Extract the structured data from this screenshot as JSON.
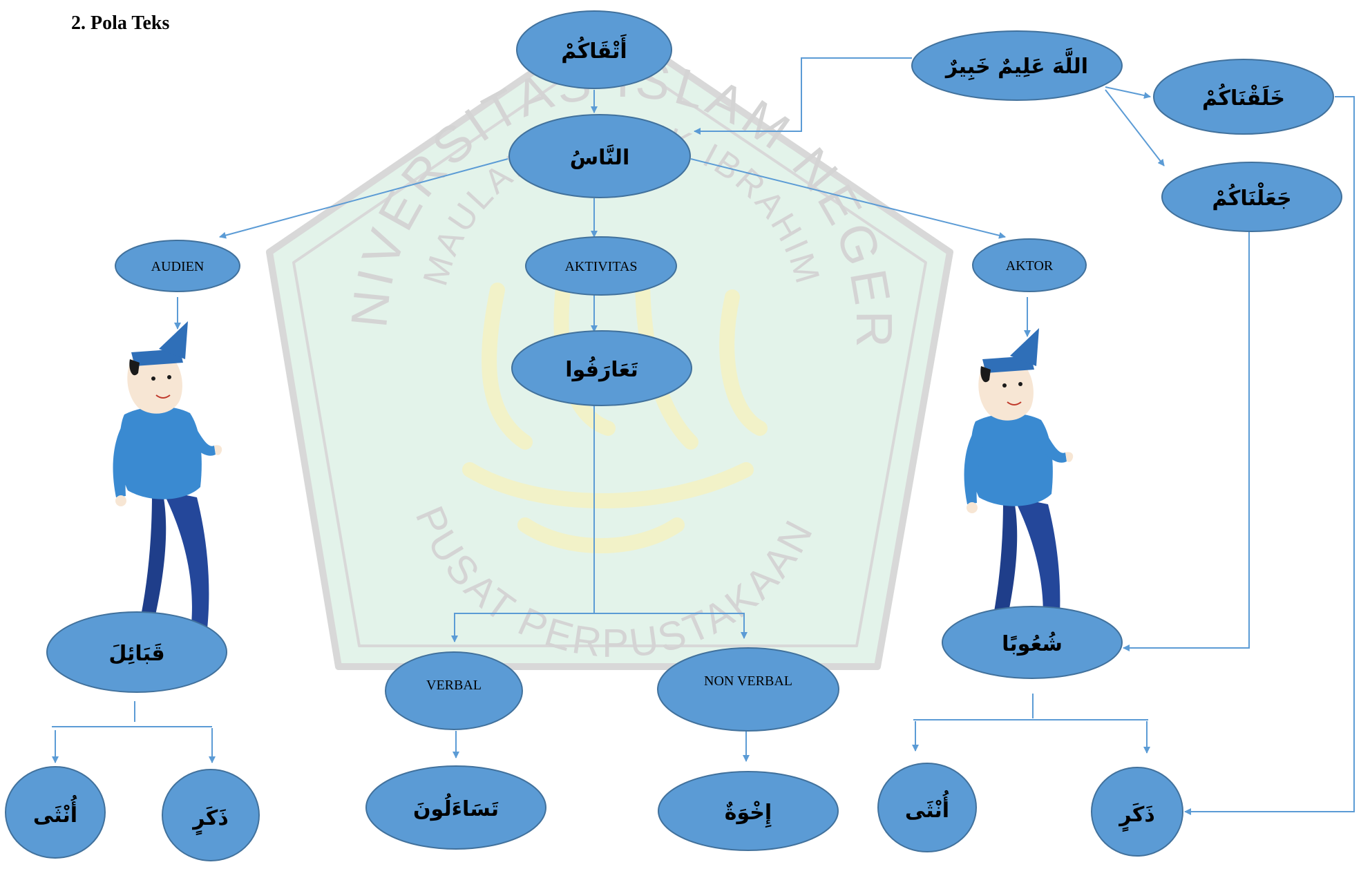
{
  "heading": "2.   Pola Teks",
  "watermark": {
    "arc_top": "UNIVERSITAS ISLAM NEGERI",
    "arc_mid": "MAULANA MALIK IBRAHIM",
    "arc_bottom": "PUSAT PERPUSTAKAAN",
    "color": "#d4d4d4",
    "seal_color": "#e3f3ea",
    "calligraphy_color": "#f2f2c8"
  },
  "colors": {
    "node_fill": "#5b9bd5",
    "node_stroke": "#41719c",
    "connector": "#5b9bd5"
  },
  "nodes": {
    "atqakum": "أَتْقَاكُمْ",
    "annas": "النَّاسُ",
    "allah_alim": "اللَّهَ عَلِيمٌ خَبِيرٌ",
    "khalaqnakum": "خَلَقْنَاكُمْ",
    "jaalnakum": "جَعَلْنَاكُمْ",
    "audien": "AUDIEN",
    "aktivitas": "AKTIVITAS",
    "aktor": "AKTOR",
    "taarafu": "تَعَارَفُوا",
    "qabail": "قَبَائِلَ",
    "syuuba": "شُعُوبًا",
    "verbal": "VERBAL",
    "non_verbal": "NON VERBAL",
    "untsa_left": "أُنْثَى",
    "dzakar_left": "ذَكَرٍ",
    "tasaalun": "تَسَاءَلُونَ",
    "ikhwah": "إِخْوَةٌ",
    "untsa_right": "أُنْثَى",
    "dzakar_right": "ذَكَرٍ"
  }
}
